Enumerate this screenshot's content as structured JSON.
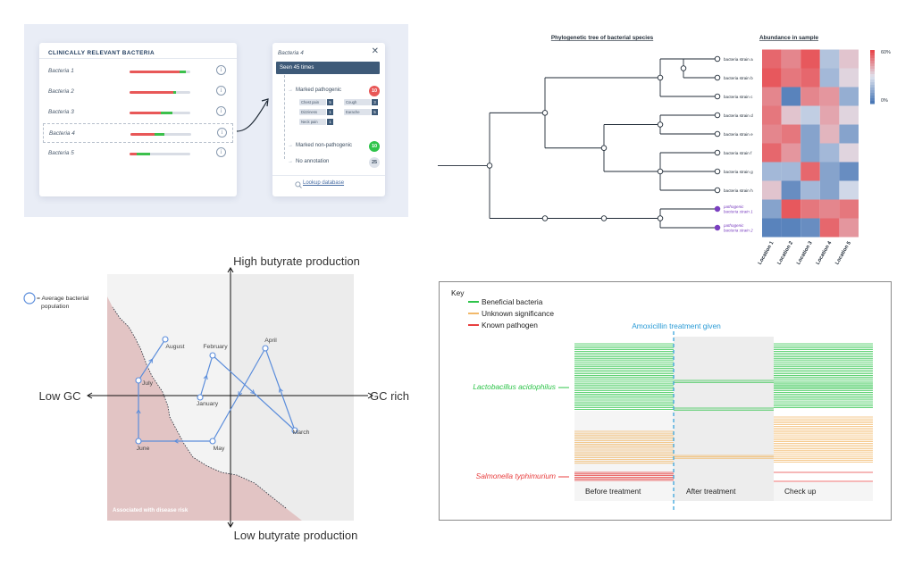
{
  "panel_ui": {
    "list_title": "CLINICALLY RELEVANT BACTERIA",
    "rows": [
      {
        "name": "Bacteria 1",
        "red": 0.82,
        "green": 0.1
      },
      {
        "name": "Bacteria 2",
        "red": 0.72,
        "green": 0.04
      },
      {
        "name": "Bacteria 3",
        "red": 0.52,
        "green": 0.18
      },
      {
        "name": "Bacteria 4",
        "red": 0.4,
        "green": 0.16
      },
      {
        "name": "Bacteria 5",
        "red": 0.12,
        "green": 0.22
      }
    ],
    "info_glyph": "i",
    "detail": {
      "title": "Bacteria 4",
      "close": "✕",
      "seen": "Seen 45 times",
      "pathogenic_label": "Marked pathogenic",
      "pathogenic_count": "10",
      "symptoms": [
        {
          "name": "Chest pain",
          "count": "5"
        },
        {
          "name": "Cough",
          "count": "3"
        },
        {
          "name": "Dizziness",
          "count": "1"
        },
        {
          "name": "Earache",
          "count": "5"
        },
        {
          "name": "Neck pain",
          "count": "1"
        }
      ],
      "non_pathogenic_label": "Marked non-pathogenic",
      "non_pathogenic_count": "10",
      "no_annotation_label": "No annotation",
      "no_annotation_count": "25",
      "lookup": "Lookup database"
    }
  },
  "panel_tree": {
    "tree_title": "Phylogenetic tree of bacterial species",
    "heat_title": "Abundance in sample",
    "strains": [
      "bacteria strain a",
      "bacteria strain b",
      "bacteria strain c",
      "bacteria strain d",
      "bacteria strain e",
      "bacteria strain f",
      "bacteria strain g",
      "bacteria strain h"
    ],
    "pathogenic_strains": [
      [
        "pathogenic",
        "bacteria strain 1"
      ],
      [
        "pathogenic",
        "bacteria strain 2"
      ]
    ],
    "locations": [
      "Location 1",
      "Location 2",
      "Location 3",
      "Location 4",
      "Location 5"
    ],
    "scale_max": "60%",
    "scale_min": "0%",
    "colors": {
      "high": "#e8484d",
      "low": "#4a78b6",
      "pathogenic": "#7a3fc0"
    },
    "heatmap": [
      [
        0.9,
        0.8,
        0.95,
        0.35,
        0.6
      ],
      [
        0.95,
        0.85,
        0.9,
        0.3,
        0.55
      ],
      [
        0.8,
        0.05,
        0.8,
        0.75,
        0.25
      ],
      [
        0.85,
        0.6,
        0.4,
        0.7,
        0.55
      ],
      [
        0.8,
        0.85,
        0.2,
        0.65,
        0.2
      ],
      [
        0.9,
        0.75,
        0.2,
        0.3,
        0.55
      ],
      [
        0.3,
        0.3,
        0.9,
        0.2,
        0.1
      ],
      [
        0.6,
        0.1,
        0.3,
        0.2,
        0.45
      ],
      [
        0.2,
        0.95,
        0.85,
        0.8,
        0.85
      ],
      [
        0.05,
        0.05,
        0.1,
        0.9,
        0.75
      ]
    ]
  },
  "panel_scatter": {
    "legend": [
      "= Average bacterial",
      "population"
    ],
    "y_top": "High butyrate production",
    "y_bottom": "Low butyrate production",
    "x_left": "Low GC",
    "x_right": "GC rich",
    "risk_label": "Associated with disease risk",
    "colors": {
      "line": "#5b8ddb",
      "risk": "#e2c4c4"
    },
    "points": [
      {
        "label": "January"
      },
      {
        "label": "February"
      },
      {
        "label": "March"
      },
      {
        "label": "April"
      },
      {
        "label": "May"
      },
      {
        "label": "June"
      },
      {
        "label": "July"
      },
      {
        "label": "August"
      }
    ]
  },
  "panel_reads": {
    "key_title": "Key",
    "key_items": [
      {
        "label": "Beneficial bacteria",
        "color": "#2ec44a"
      },
      {
        "label": "Unknown significance",
        "color": "#f2b96a"
      },
      {
        "label": "Known pathogen",
        "color": "#e84040"
      }
    ],
    "treatment": "Amoxicillin treatment given",
    "species_beneficial": "Lactobacillus acidophilus",
    "species_pathogen": "Salmonella typhimurium",
    "phases": [
      "Before treatment",
      "After treatment",
      "Check up"
    ]
  }
}
